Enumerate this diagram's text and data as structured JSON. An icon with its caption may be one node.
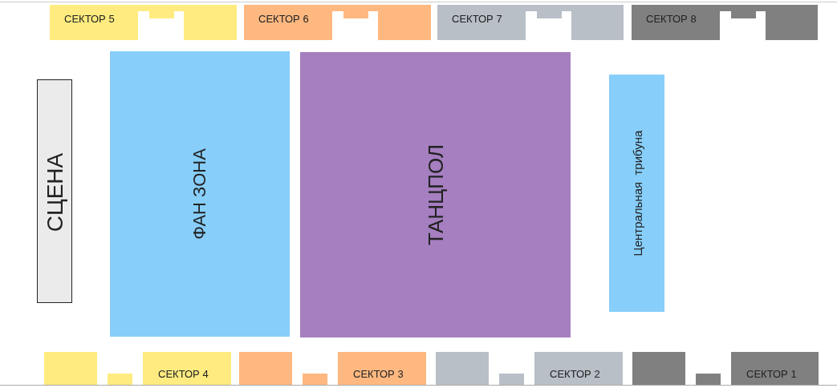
{
  "diagram": {
    "nodes": [
      {
        "text": [
          "СЕКТОР 5"
        ]
      },
      {
        "text": [
          "СЕКТОР 6"
        ]
      },
      {
        "text": [
          "СЕКТОР 7"
        ]
      },
      {
        "text": [
          "СЕКТОР 8"
        ]
      },
      {
        "text": [
          "СЦЕНА"
        ]
      },
      {
        "text": [
          "ФАН ЗОНА"
        ]
      },
      {
        "text": [
          "ТАНЦПОЛ"
        ]
      },
      {
        "text": [
          "Центральная  трибуна"
        ]
      },
      {
        "text": [
          "СЕКТОР 4"
        ]
      },
      {
        "text": [
          "СЕКТОР 3"
        ]
      },
      {
        "text": [
          "СЕКТОР 2"
        ]
      },
      {
        "text": [
          "СЕКТОР 1"
        ]
      }
    ]
  }
}
